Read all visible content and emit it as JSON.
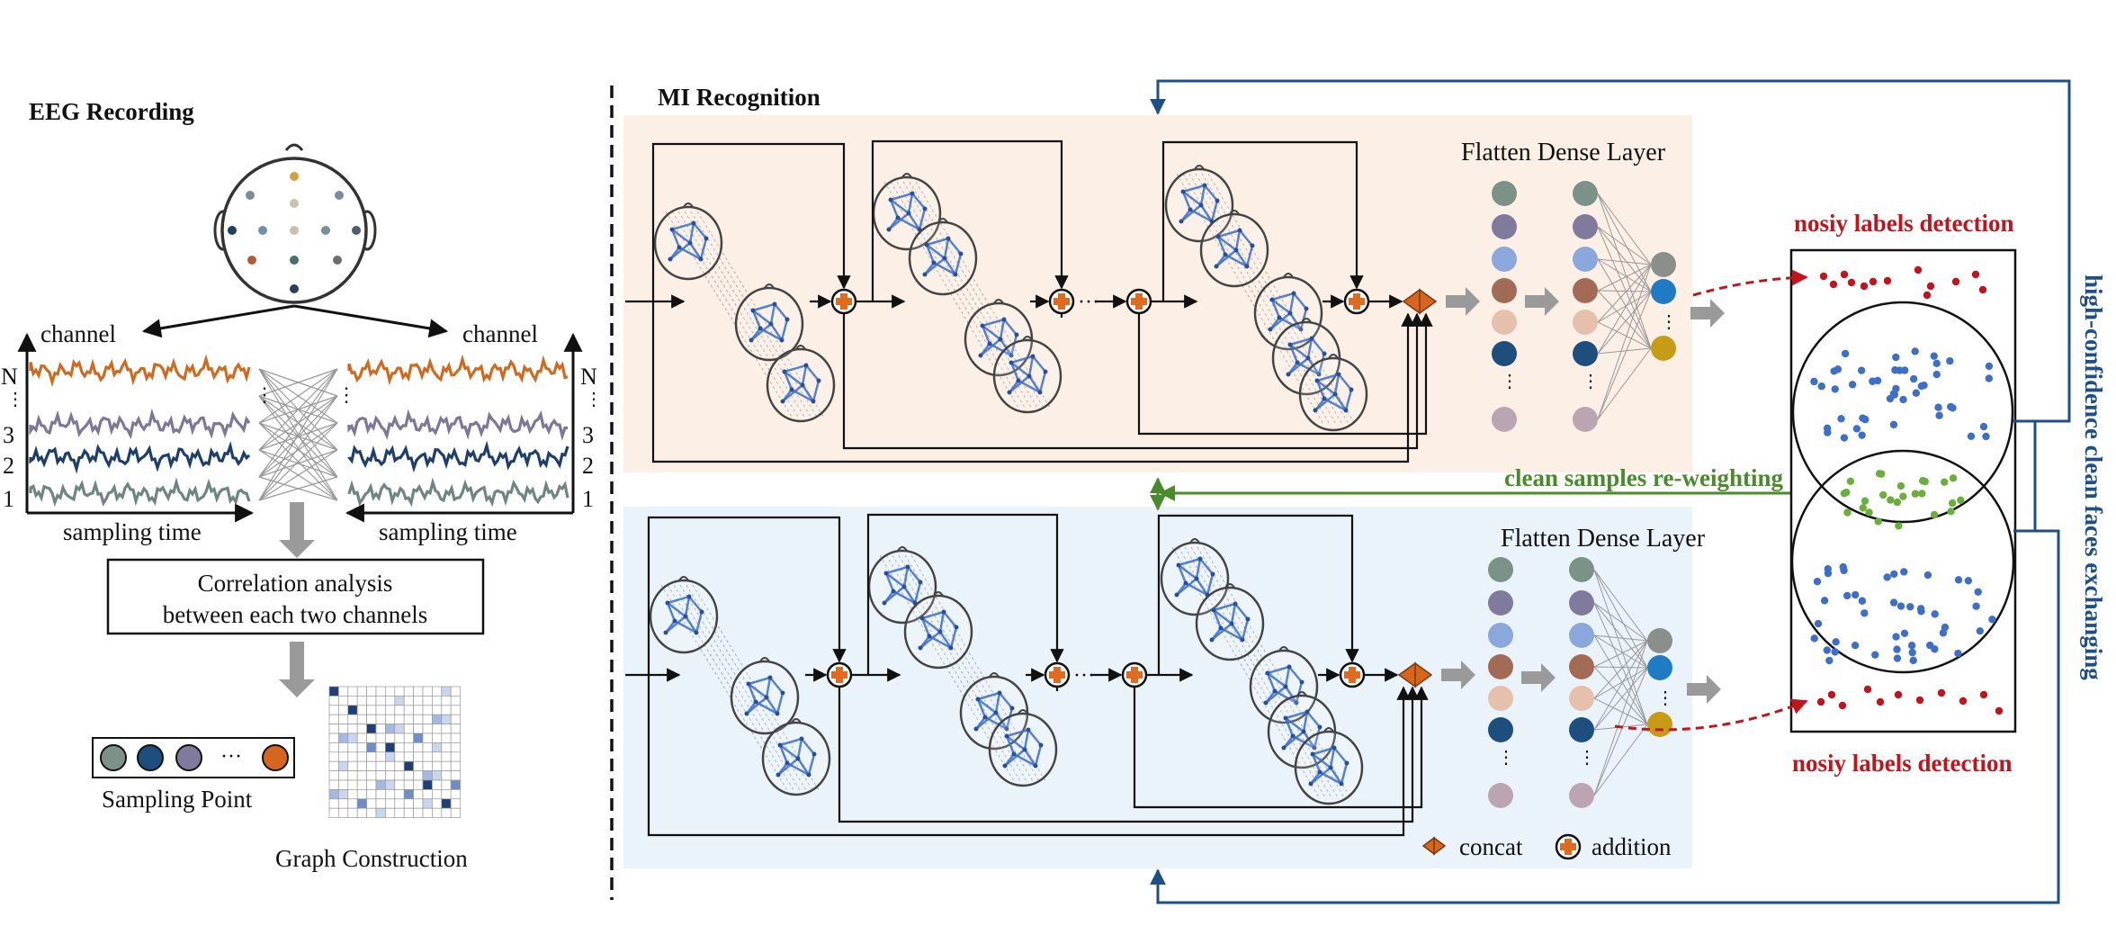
{
  "eeg": {
    "section_title": "EEG Recording",
    "channel_label_left": "channel",
    "channel_label_right": "channel",
    "channel_numbers": [
      "N",
      "3",
      "2",
      "1"
    ],
    "sampling_time_left": "sampling time",
    "sampling_time_right": "sampling time",
    "correlation_line1": "Correlation analysis",
    "correlation_line2": "between each two channels",
    "sampling_point_label": "Sampling Point",
    "graph_construction_label": "Graph Construction",
    "ellipsis": "···"
  },
  "mi": {
    "section_title": "MI Recognition",
    "dense_layer_top": "Flatten Dense Layer",
    "dense_layer_bottom": "Flatten Dense Layer",
    "clean_reweighting": "clean samples re-weighting",
    "legend_concat": "concat",
    "legend_addition": "addition"
  },
  "detection": {
    "top_label": "nosiy labels detection",
    "bottom_label": "nosiy labels detection",
    "side_label": "high-confidence clean faces exchanging"
  },
  "colors": {
    "top_panel_bg": "#fcefe6",
    "bottom_panel_bg": "#eaf2fa",
    "addition_orange": "#e06a1f",
    "noisy_red": "#c0151c",
    "clean_green": "#6aaf3c",
    "feedback_blue": "#1e4f86",
    "reweight_green": "#4b8a2c",
    "node_blue": "#3d6fc8",
    "arrow_gray": "#9a9a9a",
    "wave_orange": "#cf6a21",
    "wave_purple": "#7e7797",
    "wave_navy": "#1e3f6b",
    "wave_teal": "#6f8584"
  }
}
